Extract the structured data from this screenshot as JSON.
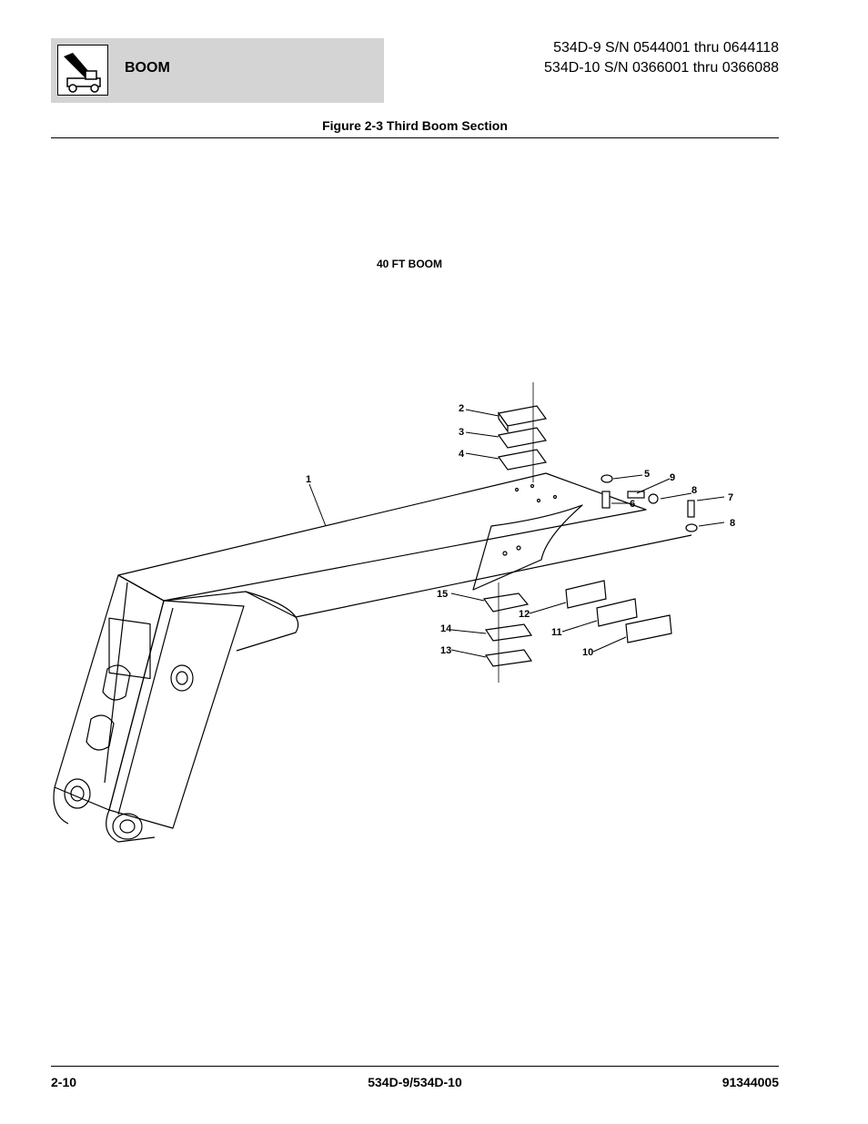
{
  "header": {
    "section_title": "BOOM",
    "model_line_1": "534D-9 S/N 0544001 thru 0644118",
    "model_line_2": "534D-10 S/N 0366001 thru 0366088",
    "logo_icon": "telehandler-icon"
  },
  "figure": {
    "title": "Figure 2-3 Third Boom Section",
    "subtitle": "40 FT BOOM",
    "callouts": [
      "1",
      "2",
      "3",
      "4",
      "5",
      "6",
      "7",
      "8",
      "8",
      "9",
      "10",
      "11",
      "12",
      "13",
      "14",
      "15"
    ]
  },
  "footer": {
    "page_number": "2-10",
    "model": "534D-9/534D-10",
    "doc_number": "91344005"
  }
}
